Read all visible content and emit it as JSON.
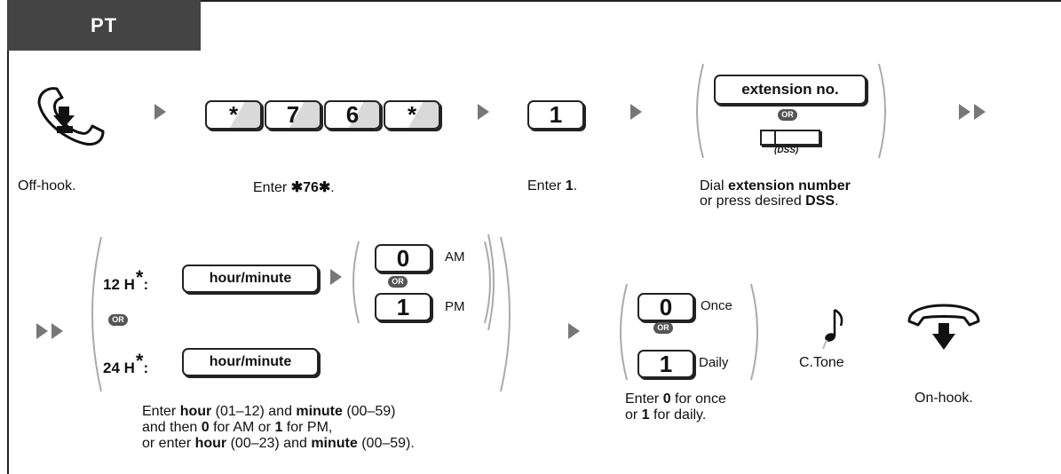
{
  "header": {
    "tab_label": "PT"
  },
  "row1": {
    "keys_star76": [
      "*",
      "7",
      "6",
      "*"
    ],
    "key_one": "1",
    "ext_box": "extension no.",
    "or_badge": "OR",
    "dss_label": "(DSS)",
    "labels": {
      "offhook": "Off-hook.",
      "enter_star76_prefix": "Enter ",
      "enter_star76_code": "✱76✱",
      "enter_star76_suffix": ".",
      "enter1_prefix": "Enter ",
      "enter1_code": "1",
      "enter1_suffix": ".",
      "dial_prefix": "Dial ",
      "dial_bold1": "extension number",
      "dial_line2_prefix": "or press desired ",
      "dial_bold2": "DSS",
      "dial_suffix": "."
    }
  },
  "row2": {
    "h12_label": "12 H",
    "h24_label": "24 H",
    "asterisk": "*",
    "colon": ":",
    "hour_minute": "hour/minute",
    "am_key": "0",
    "am_label": "AM",
    "pm_key": "1",
    "pm_label": "PM",
    "once_key": "0",
    "once_label": "Once",
    "daily_key": "1",
    "daily_label": "Daily",
    "ctone_label": "C.Tone",
    "onhook": "On-hook.",
    "desc_time": {
      "l1a": "Enter ",
      "l1b": "hour",
      "l1c": " (01–12) and ",
      "l1d": "minute",
      "l1e": " (00–59)",
      "l2a": "and then ",
      "l2b": "0",
      "l2c": " for AM or ",
      "l2d": "1",
      "l2e": " for PM,",
      "l3a": "or enter ",
      "l3b": "hour",
      "l3c": " (00–23) and ",
      "l3d": "minute",
      "l3e": " (00–59)."
    },
    "desc_repeat": {
      "l1a": "Enter ",
      "l1b": "0",
      "l1c": " for once",
      "l2a": "or ",
      "l2b": "1",
      "l2c": " for daily."
    }
  }
}
